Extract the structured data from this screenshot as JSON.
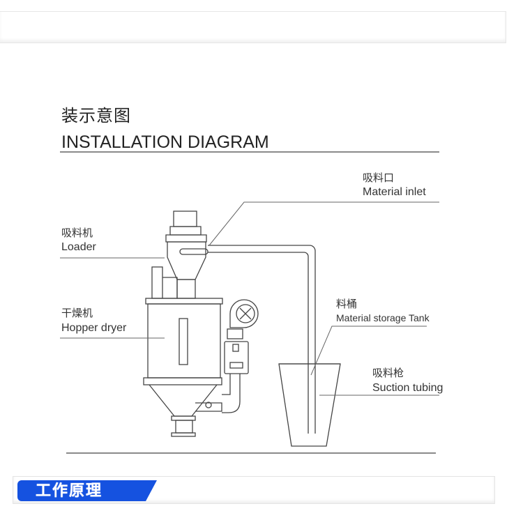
{
  "title_cn": "装示意图",
  "title_en": "INSTALLATION DIAGRAM",
  "labels": {
    "inlet_cn": "吸料口",
    "inlet_en": "Material inlet",
    "loader_cn": "吸料机",
    "loader_en": "Loader",
    "dryer_cn": "干燥机",
    "dryer_en": "Hopper dryer",
    "tank_cn": "料桶",
    "tank_en": "Material storage Tank",
    "suction_cn": "吸料枪",
    "suction_en": "Suction tubing"
  },
  "banner_logo": "工作原理"
}
